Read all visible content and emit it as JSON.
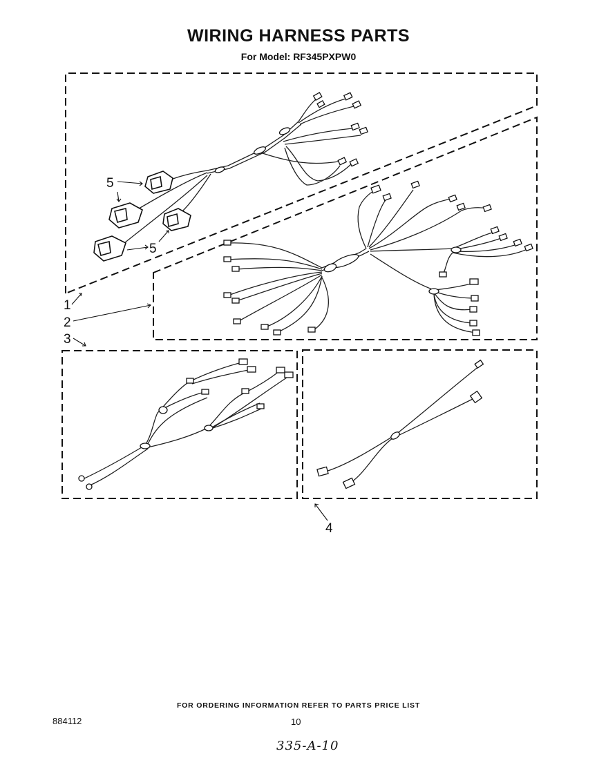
{
  "title": "WIRING HARNESS PARTS",
  "subtitle": "For Model: RF345PXPW0",
  "callouts": {
    "c1": "1",
    "c2": "2",
    "c3": "3",
    "c4": "4",
    "c5a": "5",
    "c5b": "5"
  },
  "footer_note": "FOR ORDERING INFORMATION REFER TO PARTS PRICE LIST",
  "doc_number": "884112",
  "page_number": "10",
  "handwritten_ref": "335-A-10"
}
